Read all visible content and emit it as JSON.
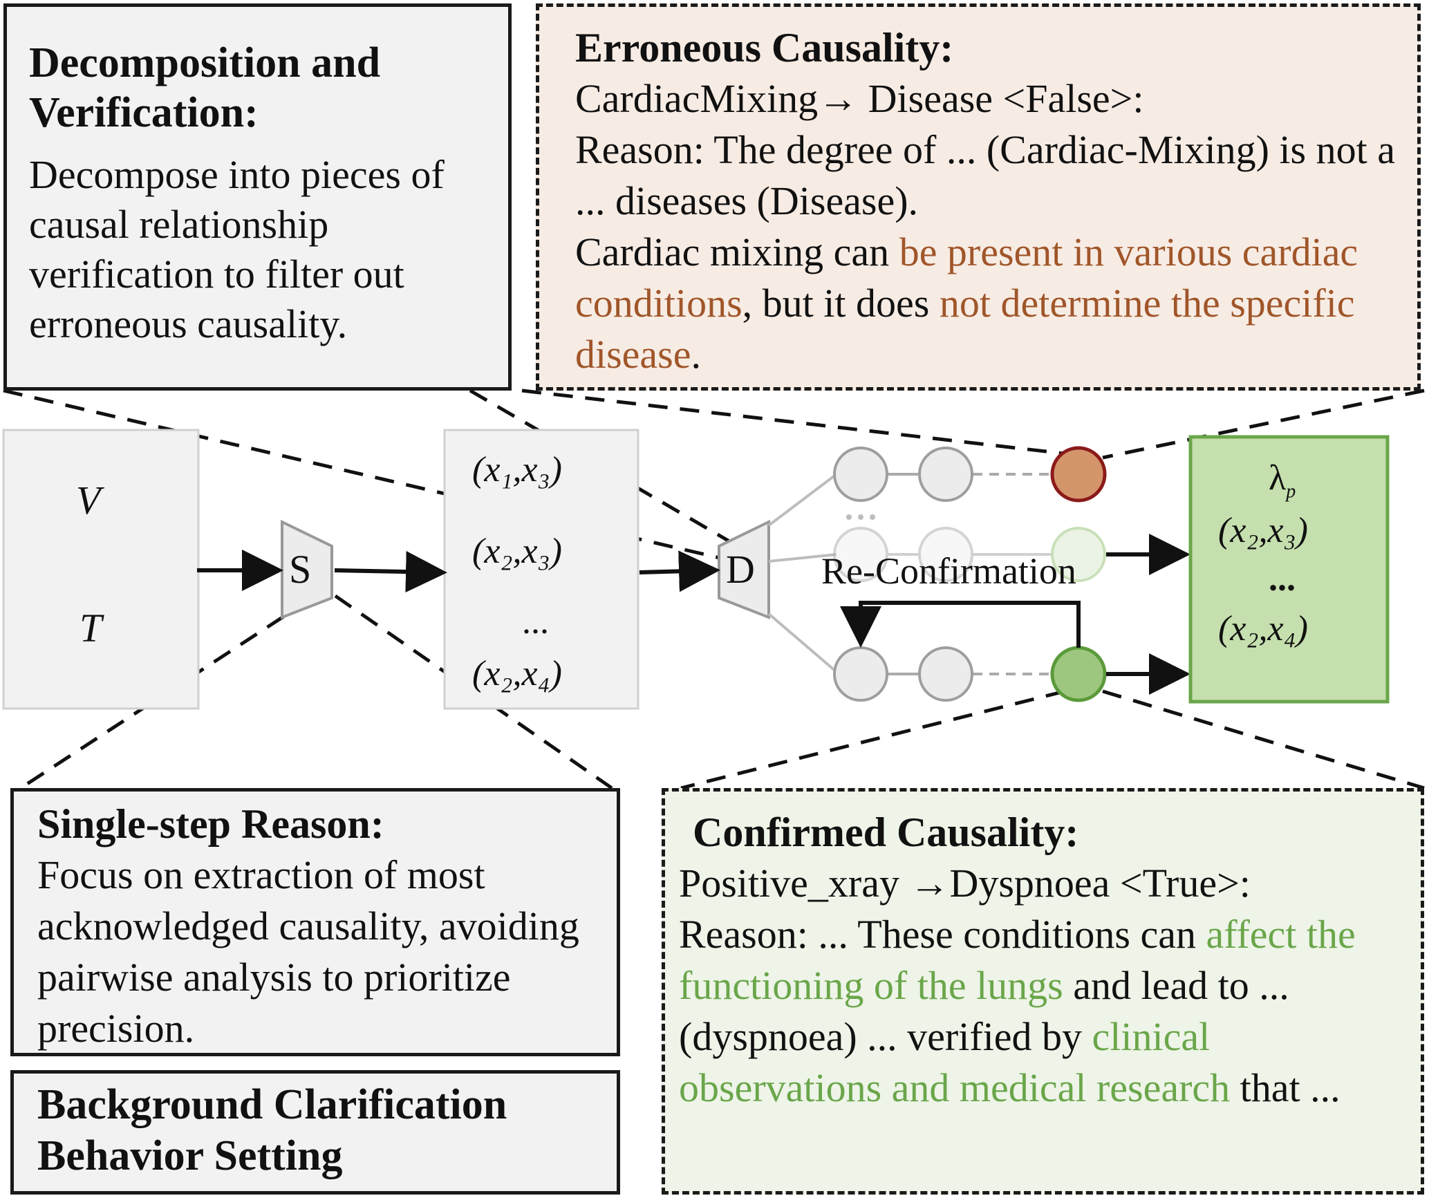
{
  "decomposition": {
    "title": "Decomposition and Verification:",
    "body": "Decompose into pieces of causal relationship verification to filter out erroneous causality."
  },
  "erroneous": {
    "title": "Erroneous Causality:",
    "line1": "CardiacMixing→ Disease <False>:",
    "line2": "Reason: The degree of ... (Cardiac-Mixing) is not a ... diseases (Disease).",
    "line3_pre": "Cardiac mixing can ",
    "line3_hl1": "be present in various cardiac conditions",
    "line3_mid": ", but it does ",
    "line3_hl2": "not determine the specific disease",
    "line3_post": "."
  },
  "single_step": {
    "title": "Single-step Reason:",
    "body": "Focus on extraction of most acknowledged causality, avoiding pairwise analysis to prioritize precision."
  },
  "background": {
    "line1": "Background Clarification",
    "line2": "Behavior Setting"
  },
  "confirmed": {
    "title": "Confirmed Causality:",
    "line1": "Positive_xray →Dyspnoea <True>:",
    "line2": "Reason: ... These conditions can ",
    "hl1": "affect the functioning of the lungs",
    "mid": " and lead to ... (dyspnoea) ... verified by ",
    "hl2": "clinical observations and medical research",
    "post": " that ..."
  },
  "input_box": {
    "v": "V",
    "t": "T"
  },
  "selector_label": "S",
  "discriminator_label": "D",
  "pairs": [
    "(x₁,x₃)",
    "(x₂,x₃)",
    "...",
    "(x₂,x₄)"
  ],
  "reconfirmation_label": "Re-Confirmation",
  "ellipsis_dots": "...",
  "output": {
    "lambda": "λ",
    "lambda_sub": "p",
    "pairs": [
      "(x₂,x₃)",
      "...",
      "(x₂,x₄)"
    ]
  },
  "colors": {
    "error_node": "#d4956a",
    "error_border": "#8b1a1a",
    "confirm_node": "#9dc77f",
    "confirm_border": "#5a9a3a",
    "output_fill": "#c5dfae",
    "output_border": "#6aa64a",
    "erroneous_bg": "#f7ece4",
    "confirmed_bg": "#eef4e8"
  }
}
